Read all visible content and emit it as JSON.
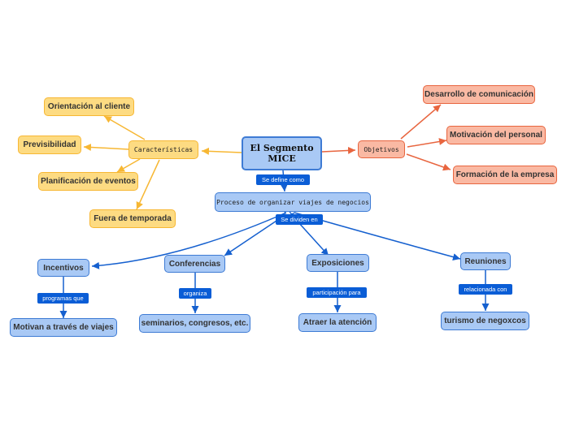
{
  "central": {
    "line1": "El Segmento",
    "line2": "MICE"
  },
  "characteristics": {
    "title": "Características",
    "items": [
      "Orientación al cliente",
      "Previsibilidad",
      "Planificación de eventos",
      "Fuera de temporada"
    ]
  },
  "objectives": {
    "title": "Objetivos",
    "items": [
      "Desarrollo de comunicación",
      "Motivación del personal",
      "Formación de la empresa"
    ]
  },
  "definition": {
    "link": "Se define como",
    "text": "Proceso de organizar viajes de negocios"
  },
  "division_link": "Se dividen en",
  "segments": [
    {
      "name": "Incentivos",
      "link": "programas que",
      "result": "Motivan a través de viajes"
    },
    {
      "name": "Conferencias",
      "link": "organiza",
      "result": "seminarios, congresos, etc."
    },
    {
      "name": "Exposiciones",
      "link": "participación para",
      "result": "Atraer la atención"
    },
    {
      "name": "Reuniones",
      "link": "relacionada con",
      "result": "turismo de negoxcos"
    }
  ],
  "colors": {
    "yellow_fill": "#fddb82",
    "yellow_line": "#f7b733",
    "red_fill": "#fab9a3",
    "red_line": "#e8653f",
    "blue_fill": "#a9c9f5",
    "blue_line": "#3e7bd4",
    "link_label": "#0a5dd6"
  }
}
